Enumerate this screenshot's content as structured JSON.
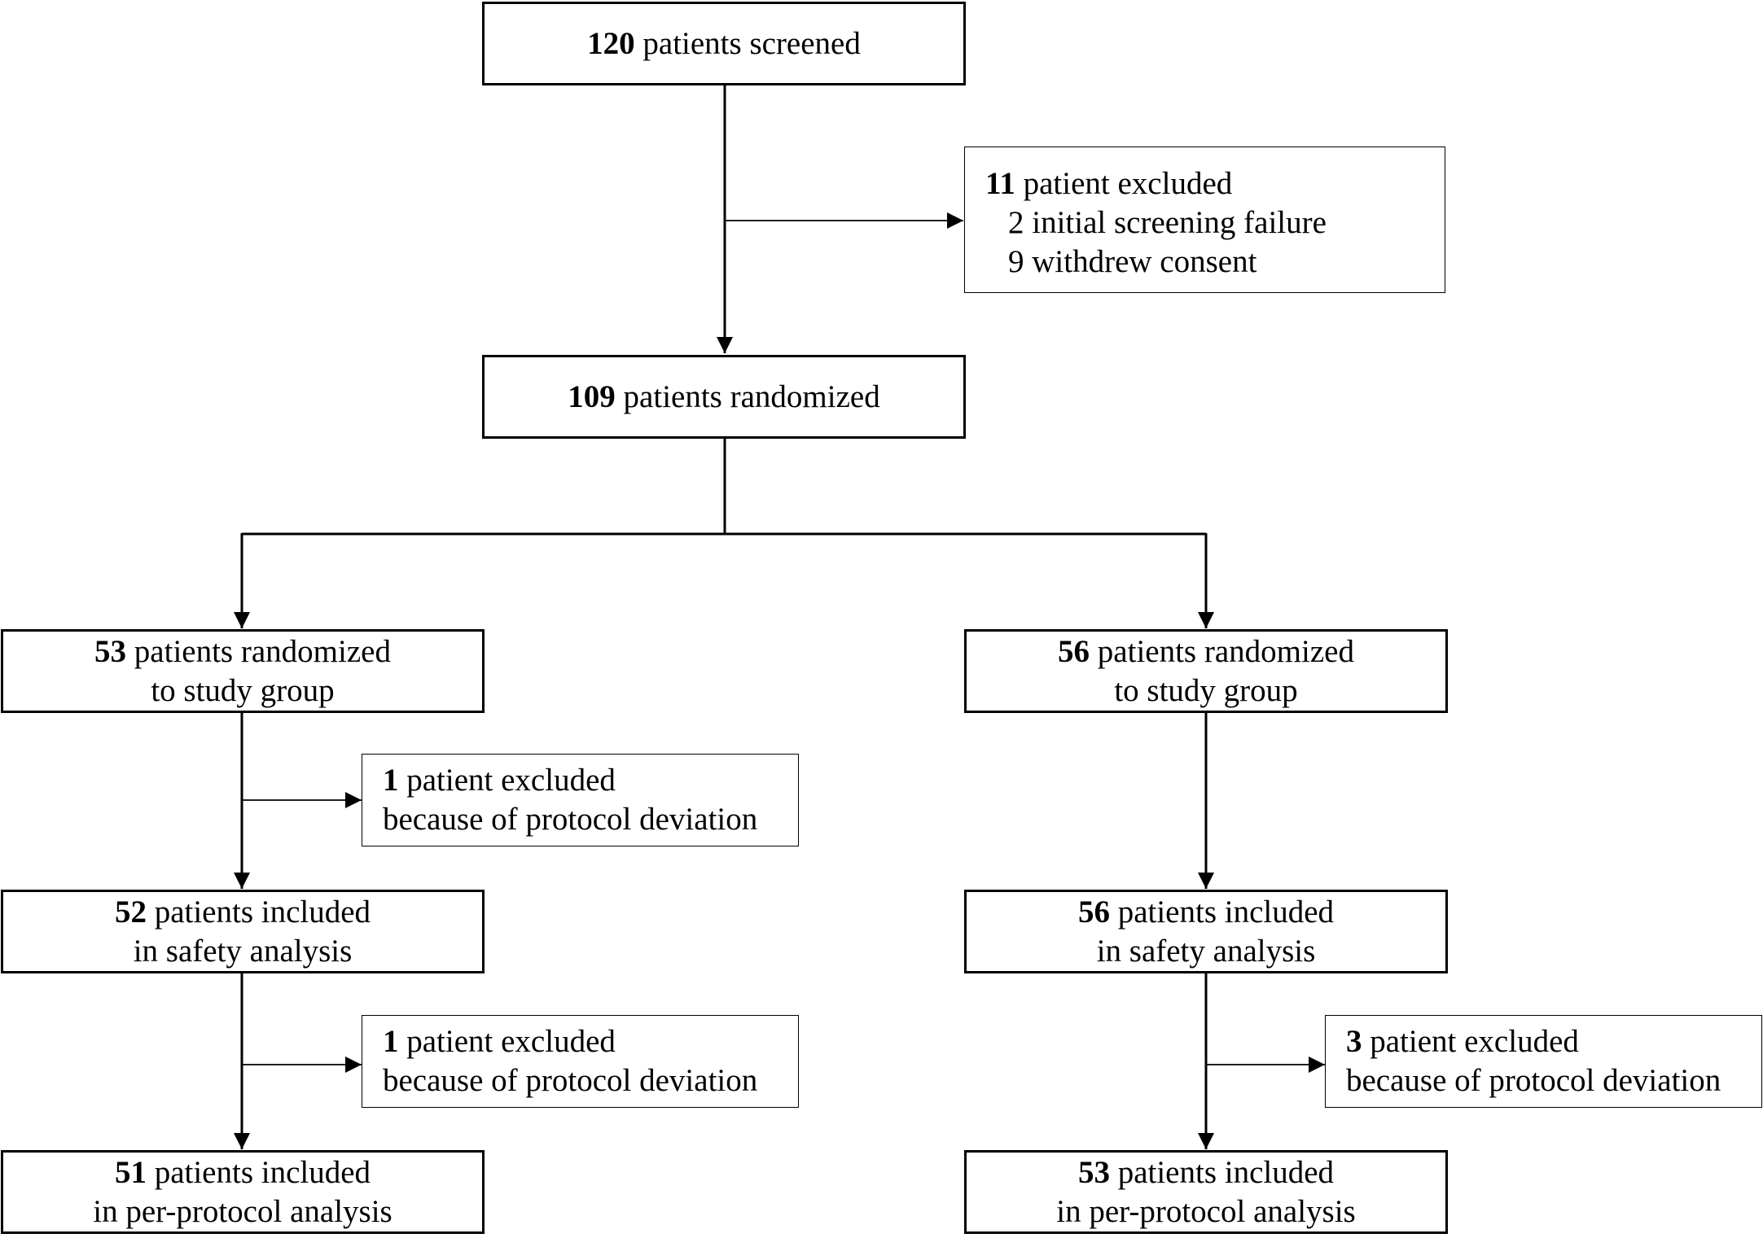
{
  "nodes": {
    "screened": {
      "count": "120",
      "text": "patients screened"
    },
    "excluded_screening": {
      "count": "11",
      "text": "patient excluded",
      "reasons": [
        "2 initial screening failure",
        "9 withdrew consent"
      ]
    },
    "randomized": {
      "count": "109",
      "text": "patients randomized"
    },
    "left_randomized": {
      "count": "53",
      "text": "patients randomized",
      "line2": "to study group"
    },
    "right_randomized": {
      "count": "56",
      "text": "patients randomized",
      "line2": "to study group"
    },
    "left_excluded_1": {
      "count": "1",
      "text": "patient excluded",
      "line2": "because of protocol deviation"
    },
    "left_safety": {
      "count": "52",
      "text": "patients included",
      "line2": "in safety analysis"
    },
    "right_safety": {
      "count": "56",
      "text": "patients included",
      "line2": "in safety analysis"
    },
    "left_excluded_2": {
      "count": "1",
      "text": "patient excluded",
      "line2": "because of protocol deviation"
    },
    "right_excluded_2": {
      "count": "3",
      "text": "patient excluded",
      "line2": "because of protocol deviation"
    },
    "left_perprotocol": {
      "count": "51",
      "text": "patients included",
      "line2": "in per-protocol analysis"
    },
    "right_perprotocol": {
      "count": "53",
      "text": "patients included",
      "line2": "in per-protocol analysis"
    }
  },
  "edges": [
    {
      "from": "screened",
      "to": "randomized"
    },
    {
      "from": "screened",
      "to": "excluded_screening"
    },
    {
      "from": "randomized",
      "to": "left_randomized"
    },
    {
      "from": "randomized",
      "to": "right_randomized"
    },
    {
      "from": "left_randomized",
      "to": "left_safety"
    },
    {
      "from": "left_randomized",
      "to": "left_excluded_1"
    },
    {
      "from": "right_randomized",
      "to": "right_safety"
    },
    {
      "from": "left_safety",
      "to": "left_perprotocol"
    },
    {
      "from": "left_safety",
      "to": "left_excluded_2"
    },
    {
      "from": "right_safety",
      "to": "right_perprotocol"
    },
    {
      "from": "right_safety",
      "to": "right_excluded_2"
    }
  ],
  "colors": {
    "line": "#000000",
    "background": "#ffffff"
  }
}
